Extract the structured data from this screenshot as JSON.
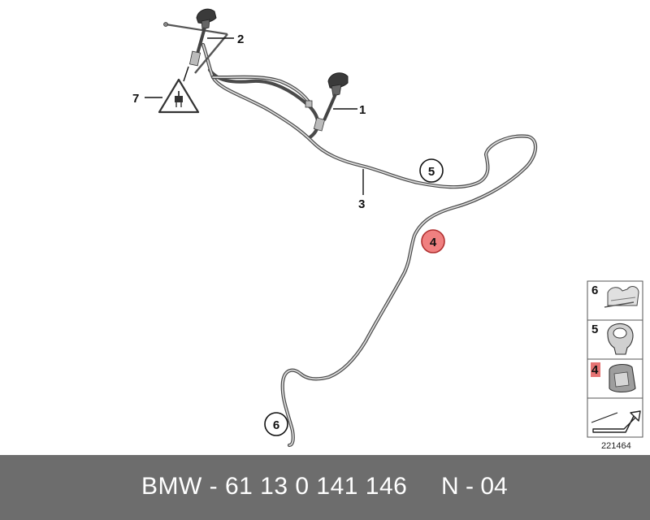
{
  "diagram": {
    "callouts": [
      {
        "id": "label-1",
        "text": "1"
      },
      {
        "id": "label-2",
        "text": "2"
      },
      {
        "id": "label-3",
        "text": "3"
      },
      {
        "id": "label-4",
        "text": "4"
      },
      {
        "id": "label-5",
        "text": "5"
      },
      {
        "id": "label-6",
        "text": "6"
      },
      {
        "id": "label-7",
        "text": "7"
      }
    ],
    "highlight_color": "#f08080",
    "legend_panel": {
      "items": [
        {
          "text": "6"
        },
        {
          "text": "5"
        },
        {
          "text": "4"
        }
      ],
      "highlight_color": "#e57373"
    },
    "reference_number": "221464"
  },
  "footer": {
    "part_number": "BMW - 61 13 0 141 146",
    "revision": "N - 04"
  }
}
